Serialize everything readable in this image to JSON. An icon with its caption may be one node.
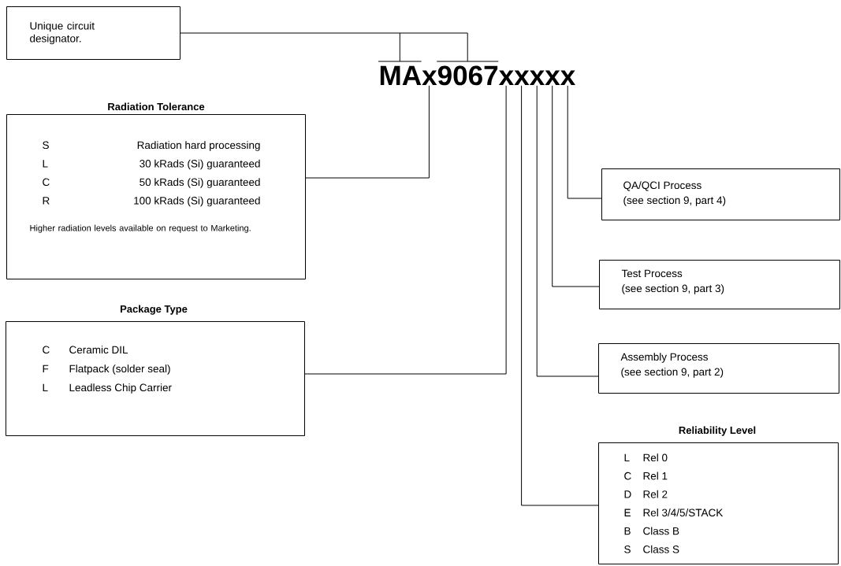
{
  "diagram": {
    "nodes": [
      {
        "text": [
          "Unique circuit designator."
        ]
      },
      {
        "text": [
          "MAx9067xxxxx"
        ]
      },
      {
        "text": [
          "Radiation Tolerance",
          "S",
          "Radiation hard processing",
          "L",
          "30 kRads (Si) guaranteed",
          "C",
          "50 kRads (Si) guaranteed",
          "R",
          "100 kRads (Si) guaranteed",
          "Higher radiation levels available on request to Marketing."
        ]
      },
      {
        "text": [
          "Package Type",
          "C",
          "Ceramic DIL",
          "F",
          "Flatpack (solder seal)",
          "L",
          "Leadless Chip Carrier"
        ]
      },
      {
        "text": [
          "QA/QCI Process",
          "(see section 9, part 4)"
        ]
      },
      {
        "text": [
          "Test Process",
          "(see section 9, part 3)"
        ]
      },
      {
        "text": [
          "Assembly Process",
          "(see section 9, part 2)"
        ]
      },
      {
        "text": [
          "Reliability Level",
          "L",
          "Rel 0",
          "C",
          "Rel 1",
          "D",
          "Rel 2",
          "E",
          "Rel 3/4/5/STACK",
          "B",
          "Class B",
          "S",
          "Class S"
        ]
      }
    ],
    "edges": [
      {
        "from": 0,
        "to": 1,
        "arrow": "none"
      },
      {
        "from": 2,
        "to": 1,
        "arrow": "none"
      },
      {
        "from": 3,
        "to": 1,
        "arrow": "none"
      },
      {
        "from": 7,
        "to": 1,
        "arrow": "none"
      },
      {
        "from": 6,
        "to": 1,
        "arrow": "none"
      },
      {
        "from": 5,
        "to": 1,
        "arrow": "none"
      },
      {
        "from": 4,
        "to": 1,
        "arrow": "none"
      }
    ]
  }
}
